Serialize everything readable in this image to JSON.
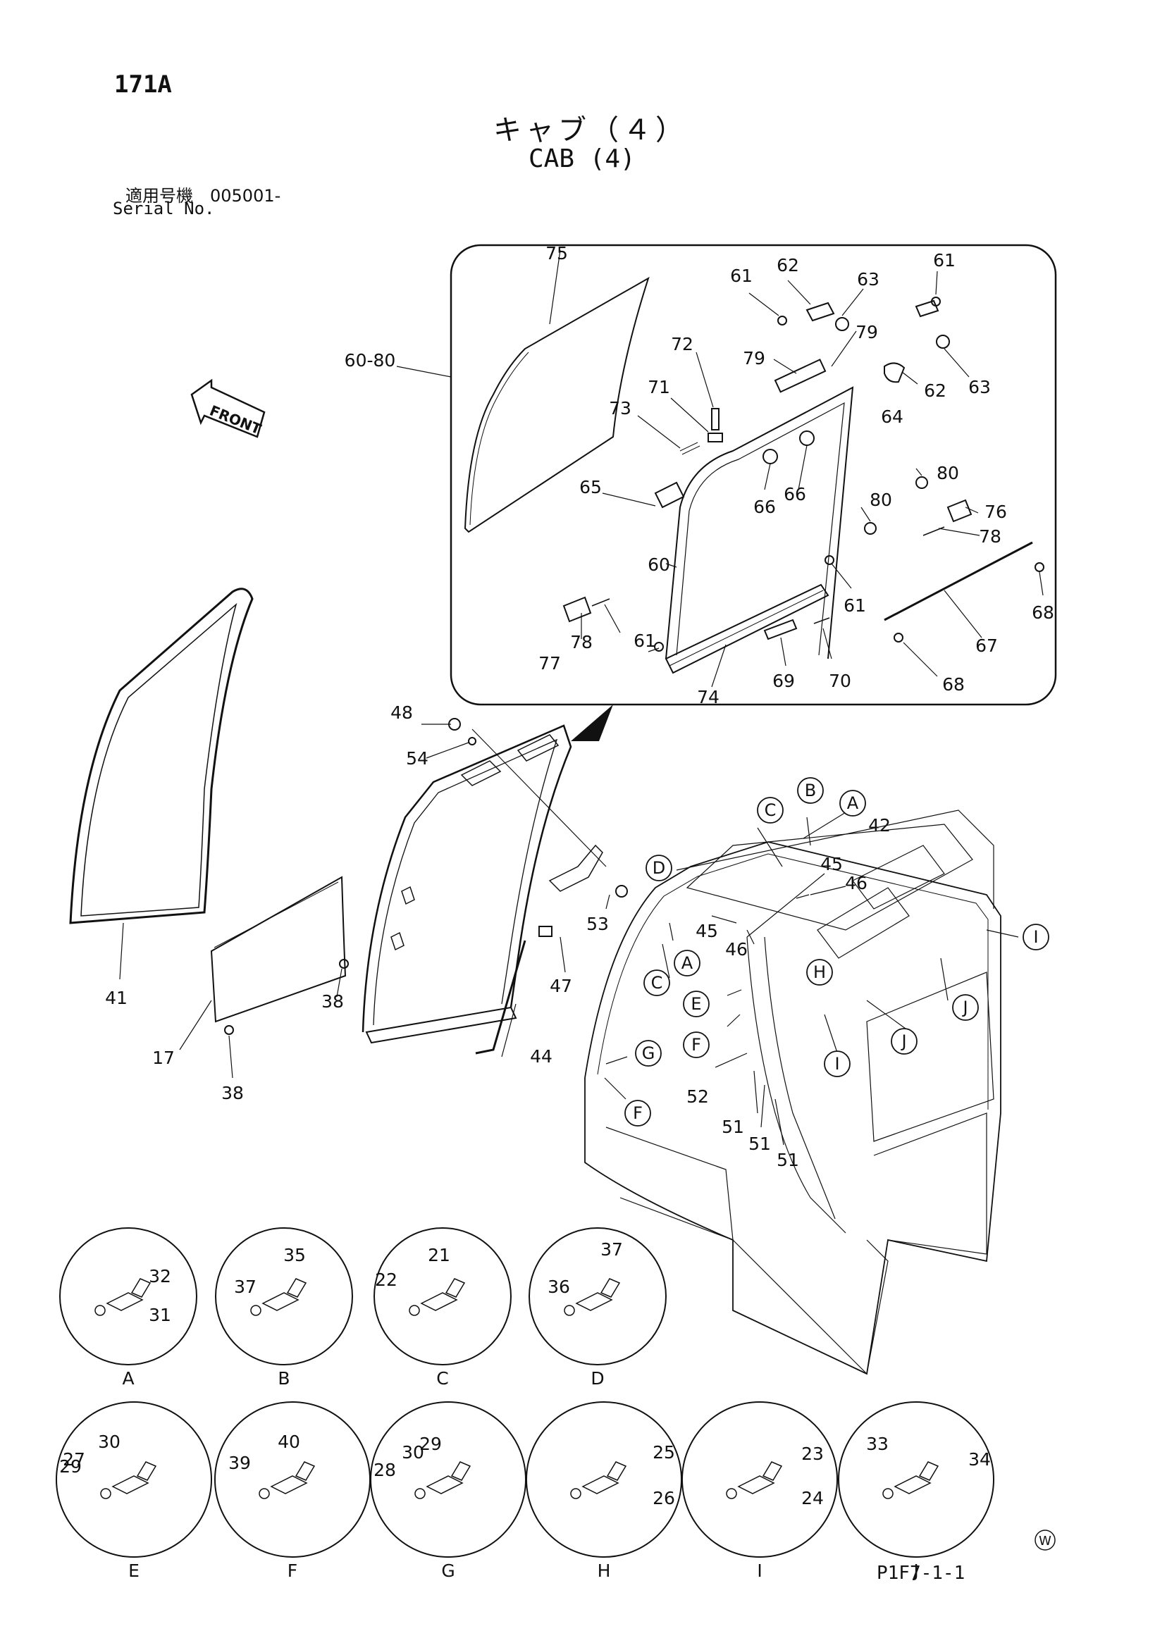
{
  "page_number": "171A",
  "title_jp": "キャブ（４）",
  "title_en": "CAB (4)",
  "serial_label_jp": "適用号機　005001-",
  "serial_label_en": "Serial No.",
  "front_label": "FRONT",
  "circle_mark": "W",
  "ref_code": "P1F7-1-1",
  "callouts": {
    "75": "75",
    "60_80": "60-80",
    "61a": "61",
    "62a": "62",
    "63a": "63",
    "79a": "79",
    "61b": "61",
    "63b": "63",
    "62b": "62",
    "64": "64",
    "79b": "79",
    "72": "72",
    "71": "71",
    "73": "73",
    "65": "65",
    "66a": "66",
    "66b": "66",
    "80a": "80",
    "80b": "80",
    "76": "76",
    "78a": "78",
    "60": "60",
    "61c": "61",
    "61d": "61",
    "68a": "68",
    "67": "67",
    "77": "77",
    "78b": "78",
    "69": "69",
    "70": "70",
    "74": "74",
    "68b": "68",
    "48": "48",
    "54": "54",
    "53": "53",
    "47": "47",
    "44": "44",
    "38a": "38",
    "38b": "38",
    "41": "41",
    "17": "17",
    "42": "42",
    "45a": "45",
    "46a": "46",
    "45b": "45",
    "46b": "46",
    "52": "52",
    "51a": "51",
    "51b": "51",
    "51c": "51"
  },
  "ref_markers": {
    "A1": "A",
    "B1": "B",
    "C1": "C",
    "D1": "D",
    "C2": "C",
    "A2": "A",
    "H1": "H",
    "E1": "E",
    "F1": "F",
    "G1": "G",
    "F2": "F",
    "I1": "I",
    "J1": "J",
    "J2": "J",
    "I2": "I"
  },
  "details": [
    {
      "id": "A",
      "label": "A",
      "parts": [
        "32",
        "31"
      ]
    },
    {
      "id": "B",
      "label": "B",
      "parts": [
        "35",
        "37"
      ]
    },
    {
      "id": "C",
      "label": "C",
      "parts": [
        "21",
        "22"
      ]
    },
    {
      "id": "D",
      "label": "D",
      "parts": [
        "37",
        "36"
      ]
    },
    {
      "id": "E",
      "label": "E",
      "parts": [
        "30",
        "27",
        "29"
      ]
    },
    {
      "id": "F",
      "label": "F",
      "parts": [
        "40",
        "39"
      ]
    },
    {
      "id": "G",
      "label": "G",
      "parts": [
        "29",
        "28",
        "30"
      ]
    },
    {
      "id": "H",
      "label": "H",
      "parts": [
        "25",
        "26"
      ]
    },
    {
      "id": "I",
      "label": "I",
      "parts": [
        "23",
        "24"
      ]
    },
    {
      "id": "J",
      "label": "J",
      "parts": [
        "33",
        "34"
      ]
    }
  ]
}
